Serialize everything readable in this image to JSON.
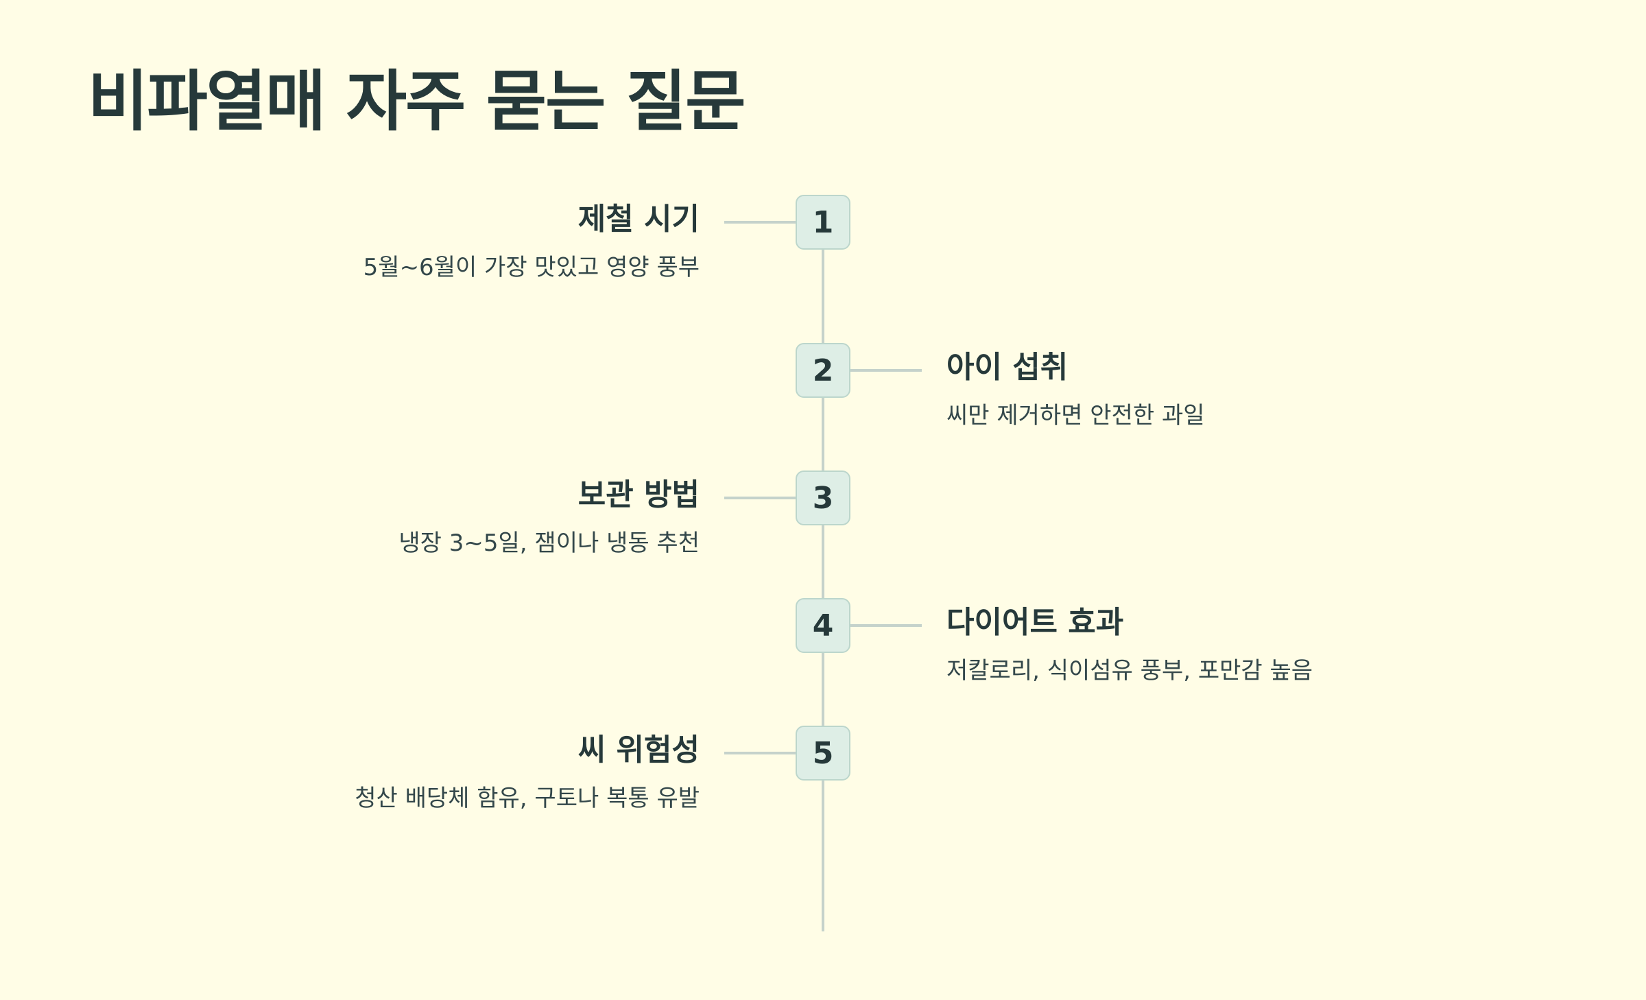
{
  "title": "비파열매 자주 묻는 질문",
  "items": [
    {
      "number": "1",
      "title": "제철 시기",
      "description": "5월~6월이 가장 맛있고 영양 풍부",
      "side": "left"
    },
    {
      "number": "2",
      "title": "아이 섭취",
      "description": "씨만 제거하면 안전한 과일",
      "side": "right"
    },
    {
      "number": "3",
      "title": "보관 방법",
      "description": "냉장 3~5일, 잼이나 냉동 추천",
      "side": "left"
    },
    {
      "number": "4",
      "title": "다이어트 효과",
      "description": "저칼로리, 식이섬유 풍부, 포만감 높음",
      "side": "right"
    },
    {
      "number": "5",
      "title": "씨 위험성",
      "description": "청산 배당체 함유, 구토나 복통 유발",
      "side": "left"
    }
  ],
  "colors": {
    "background": "#fffde6",
    "text": "#26393a",
    "line": "#c5d2cb",
    "node_fill": "#deeee6",
    "node_border": "#bcd6cc"
  }
}
